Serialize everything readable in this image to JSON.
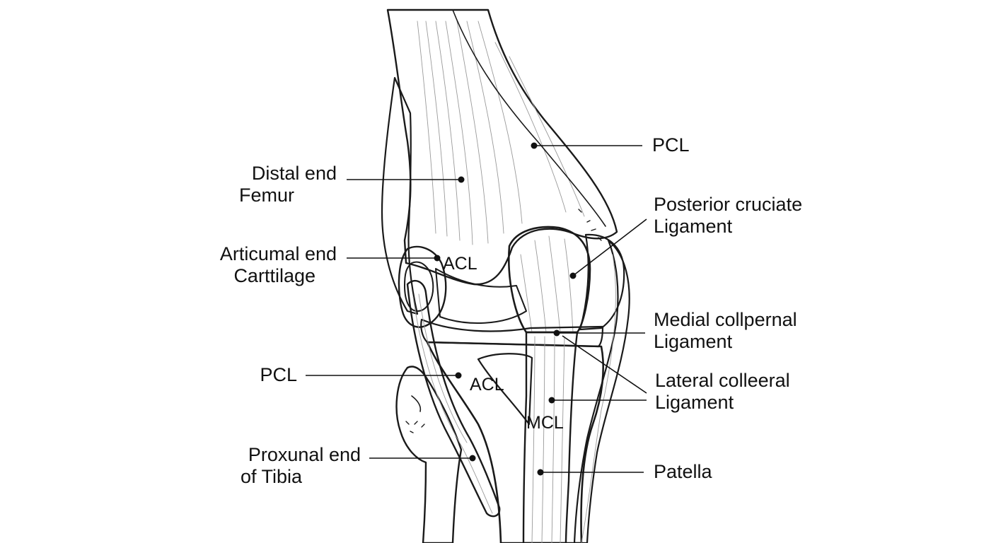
{
  "labels": {
    "distal_femur": {
      "line1": "Distal end",
      "line2": "Femur"
    },
    "articular_cartilage": {
      "line1": "Articumal end",
      "line2": "Carttilage"
    },
    "pcl_left": "PCL",
    "proximal_tibia": {
      "line1": "Proxunal end",
      "line2": "of Tibia"
    },
    "pcl_right": "PCL",
    "posterior_cruciate": {
      "line1": "Posterior cruciate",
      "line2": "Ligament"
    },
    "medial_collateral": {
      "line1": "Medial collpernal",
      "line2": "Ligament"
    },
    "lateral_collateral": {
      "line1": "Lateral colleeral",
      "line2": "Ligament"
    },
    "patella": "Patella"
  },
  "inline_labels": {
    "acl_upper": "ACL",
    "acl_lower": "ACL",
    "mcl": "MCL"
  }
}
